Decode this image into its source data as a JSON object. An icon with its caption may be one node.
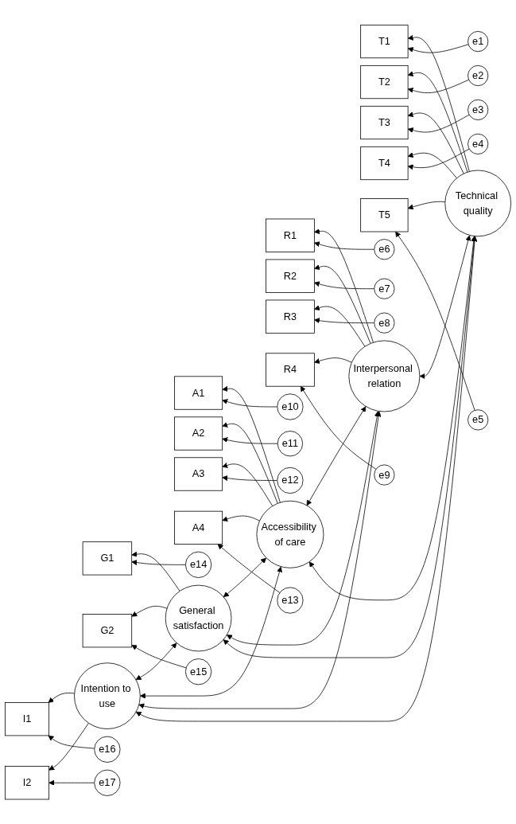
{
  "diagram": {
    "nodes": [
      {
        "text": [
          "e1"
        ]
      },
      {
        "text": [
          "T1"
        ]
      },
      {
        "text": [
          "e2"
        ]
      },
      {
        "text": [
          "T2"
        ]
      },
      {
        "text": [
          "e3"
        ]
      },
      {
        "text": [
          "T3"
        ]
      },
      {
        "text": [
          "e4"
        ]
      },
      {
        "text": [
          "T4"
        ]
      },
      {
        "text": [
          "e5"
        ]
      },
      {
        "text": [
          "T5"
        ]
      },
      {
        "text": [
          "Technical quality"
        ]
      },
      {
        "text": [
          "e6"
        ]
      },
      {
        "text": [
          "R1"
        ]
      },
      {
        "text": [
          "e7"
        ]
      },
      {
        "text": [
          "R2"
        ]
      },
      {
        "text": [
          "e8"
        ]
      },
      {
        "text": [
          "R3"
        ]
      },
      {
        "text": [
          "e9"
        ]
      },
      {
        "text": [
          "R4"
        ]
      },
      {
        "text": [
          "Interpersonal relation"
        ]
      },
      {
        "text": [
          "e10"
        ]
      },
      {
        "text": [
          "A1"
        ]
      },
      {
        "text": [
          "e11"
        ]
      },
      {
        "text": [
          "A2"
        ]
      },
      {
        "text": [
          "e12"
        ]
      },
      {
        "text": [
          "A3"
        ]
      },
      {
        "text": [
          "e13"
        ]
      },
      {
        "text": [
          "A4"
        ]
      },
      {
        "text": [
          "Accessibility of care"
        ]
      },
      {
        "text": [
          "e14"
        ]
      },
      {
        "text": [
          "G1"
        ]
      },
      {
        "text": [
          "e15"
        ]
      },
      {
        "text": [
          "G2"
        ]
      },
      {
        "text": [
          "General satisfaction"
        ]
      },
      {
        "text": [
          "e16"
        ]
      },
      {
        "text": [
          "I1"
        ]
      },
      {
        "text": [
          "e17"
        ]
      },
      {
        "text": [
          "I2"
        ]
      },
      {
        "text": [
          "Intention to use"
        ]
      }
    ],
    "edges": [
      {
        "from": 0,
        "to": 1,
        "arrow": "to"
      },
      {
        "from": 2,
        "to": 3,
        "arrow": "to"
      },
      {
        "from": 4,
        "to": 5,
        "arrow": "to"
      },
      {
        "from": 6,
        "to": 7,
        "arrow": "to"
      },
      {
        "from": 8,
        "to": 9,
        "arrow": "to"
      },
      {
        "from": 10,
        "to": 1,
        "arrow": "to"
      },
      {
        "from": 10,
        "to": 3,
        "arrow": "to"
      },
      {
        "from": 10,
        "to": 5,
        "arrow": "to"
      },
      {
        "from": 10,
        "to": 7,
        "arrow": "to"
      },
      {
        "from": 10,
        "to": 9,
        "arrow": "to"
      },
      {
        "from": 11,
        "to": 12,
        "arrow": "to"
      },
      {
        "from": 13,
        "to": 14,
        "arrow": "to"
      },
      {
        "from": 15,
        "to": 16,
        "arrow": "to"
      },
      {
        "from": 17,
        "to": 18,
        "arrow": "to"
      },
      {
        "from": 19,
        "to": 12,
        "arrow": "to"
      },
      {
        "from": 19,
        "to": 14,
        "arrow": "to"
      },
      {
        "from": 19,
        "to": 16,
        "arrow": "to"
      },
      {
        "from": 19,
        "to": 18,
        "arrow": "to"
      },
      {
        "from": 20,
        "to": 21,
        "arrow": "to"
      },
      {
        "from": 22,
        "to": 23,
        "arrow": "to"
      },
      {
        "from": 24,
        "to": 25,
        "arrow": "to"
      },
      {
        "from": 26,
        "to": 27,
        "arrow": "to"
      },
      {
        "from": 28,
        "to": 21,
        "arrow": "to"
      },
      {
        "from": 28,
        "to": 23,
        "arrow": "to"
      },
      {
        "from": 28,
        "to": 25,
        "arrow": "to"
      },
      {
        "from": 28,
        "to": 27,
        "arrow": "to"
      },
      {
        "from": 29,
        "to": 30,
        "arrow": "to"
      },
      {
        "from": 31,
        "to": 32,
        "arrow": "to"
      },
      {
        "from": 33,
        "to": 30,
        "arrow": "to"
      },
      {
        "from": 33,
        "to": 32,
        "arrow": "to"
      },
      {
        "from": 34,
        "to": 35,
        "arrow": "to"
      },
      {
        "from": 36,
        "to": 37,
        "arrow": "to"
      },
      {
        "from": 38,
        "to": 35,
        "arrow": "to"
      },
      {
        "from": 38,
        "to": 37,
        "arrow": "to"
      },
      {
        "from": 10,
        "to": 19,
        "arrow": "both"
      },
      {
        "from": 10,
        "to": 28,
        "arrow": "both"
      },
      {
        "from": 10,
        "to": 33,
        "arrow": "both"
      },
      {
        "from": 10,
        "to": 38,
        "arrow": "both"
      },
      {
        "from": 19,
        "to": 28,
        "arrow": "both"
      },
      {
        "from": 19,
        "to": 33,
        "arrow": "both"
      },
      {
        "from": 19,
        "to": 38,
        "arrow": "both"
      },
      {
        "from": 28,
        "to": 33,
        "arrow": "both"
      },
      {
        "from": 28,
        "to": 38,
        "arrow": "both"
      },
      {
        "from": 33,
        "to": 38,
        "arrow": "both"
      }
    ]
  }
}
